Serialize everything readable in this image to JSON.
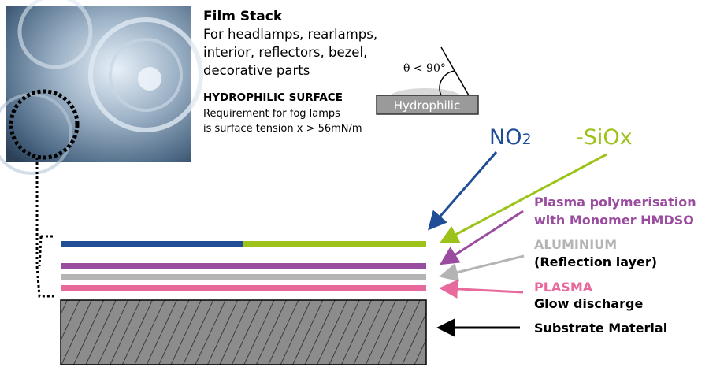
{
  "header": {
    "title": "Film Stack",
    "description_lines": [
      "For headlamps, rearlamps,",
      "interior, reflectors, bezel,",
      "decorative parts"
    ],
    "subtitle": "HYDROPHILIC SURFACE",
    "requirement_lines": [
      "Requirement for fog lamps",
      "is surface tension x > 56mN/m"
    ]
  },
  "contact_angle": {
    "angle_label": "θ < 90°",
    "surface_label": "Hydrophilic"
  },
  "labels": {
    "no2": "NO",
    "no2_sub": "2",
    "siox": "-SiOx",
    "plasma_poly_1": "Plasma polymerisation",
    "plasma_poly_2": "with Monomer HMDSO",
    "aluminium": "ALUMINIUM",
    "reflection": "(Reflection layer)",
    "plasma": "PLASMA",
    "glow": "Glow discharge",
    "substrate": "Substrate Material"
  },
  "colors": {
    "no2": "#1f4e96",
    "siox": "#9dc31b",
    "plasma_poly": "#9a4d9e",
    "aluminium": "#b4b4b4",
    "plasma": "#e86a9c",
    "substrate": "#8c8c8c"
  },
  "icons": {
    "photo": "headlamp-photo",
    "magnifier": "dotted-circle"
  }
}
